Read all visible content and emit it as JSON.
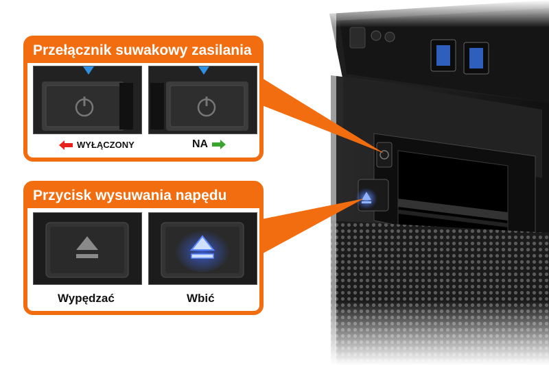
{
  "power_panel": {
    "title": "Przełącznik suwakowy zasilania",
    "off_label": "WYŁĄCZONY",
    "on_label": "NA",
    "off_arrow_color": "#e8231e",
    "on_arrow_color": "#3aa52e"
  },
  "eject_panel": {
    "title": "Przycisk wysuwania napędu",
    "eject_label": "Wypędzać",
    "inject_label": "Wbić",
    "eject_glow_color": "#3d6bff"
  },
  "colors": {
    "accent": "#f26d0f",
    "indicator_blue": "#2f8fe0"
  },
  "icons": [
    "power-icon",
    "eject-icon",
    "arrow-left-icon",
    "arrow-right-icon",
    "usb-port-icon"
  ]
}
